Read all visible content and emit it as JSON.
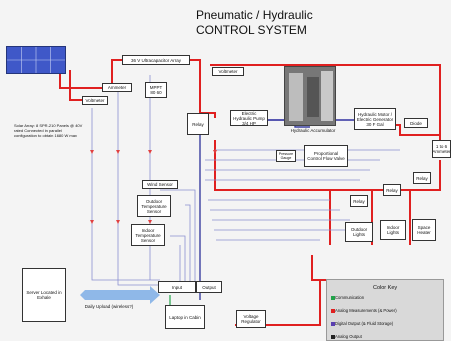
{
  "title": {
    "line1": "Pneumatic / Hydraulic",
    "line2": "CONTROL SYSTEM"
  },
  "solar_caption": "Solar Array: 8 SPR-210 Panels @ 40V rated Connected in parallel configuration to obtain 1680 W max",
  "components": {
    "ultracap": "36 V Ultracapacitor Array",
    "voltmeter_top": "Voltmeter",
    "ammeter": "Ammeter",
    "mppt": "MPPT 80 60",
    "voltmeter_left": "Voltmeter",
    "relay_main": "Relay",
    "pump": "Electric Hydraulic Pump 3/4 HP",
    "accumulator": "Hydraulic Accumulator",
    "motor": "Hydraulic Motor / Electric Generator 30 F Gal",
    "diode": "Diode",
    "ammeter_right": "1 to 6 Ammeter",
    "pressure_gauge": "Pressure Gauge",
    "flow_valve": "Proportional Control Flow Valve",
    "wind_sensor": "Wind Sensor",
    "outdoor_temp": "Outdoor Temperature Sensor",
    "indoor_temp": "Indoor Temperature Sensor",
    "relay_a": "Relay",
    "relay_b": "Relay",
    "relay_c": "Relay",
    "outdoor_lights": "Outdoor Lights",
    "indoor_lights": "Indoor Lights",
    "space_heater": "Space Heater",
    "input": "Input",
    "output": "Output",
    "laptop": "Laptop in Cabin",
    "voltage_reg": "Voltage Regulator",
    "server": "Server Located in Exhale",
    "upload": "Daily Upload (wireless?)"
  },
  "legend": {
    "title": "Color Key",
    "items": [
      {
        "label": "Communication",
        "color": "#22a34a"
      },
      {
        "label": "Analog Measurements (& Power)",
        "color": "#e02020"
      },
      {
        "label": "Digital Output (& Fluid Storage)",
        "color": "#5a3fb0"
      },
      {
        "label": "Analog Output",
        "color": "#222222"
      }
    ]
  },
  "colors": {
    "power": "#e02020",
    "signal": "#8a8fd0",
    "comm": "#22a34a",
    "digital": "#3a3fa0",
    "arrow": "#8fb8e8"
  }
}
